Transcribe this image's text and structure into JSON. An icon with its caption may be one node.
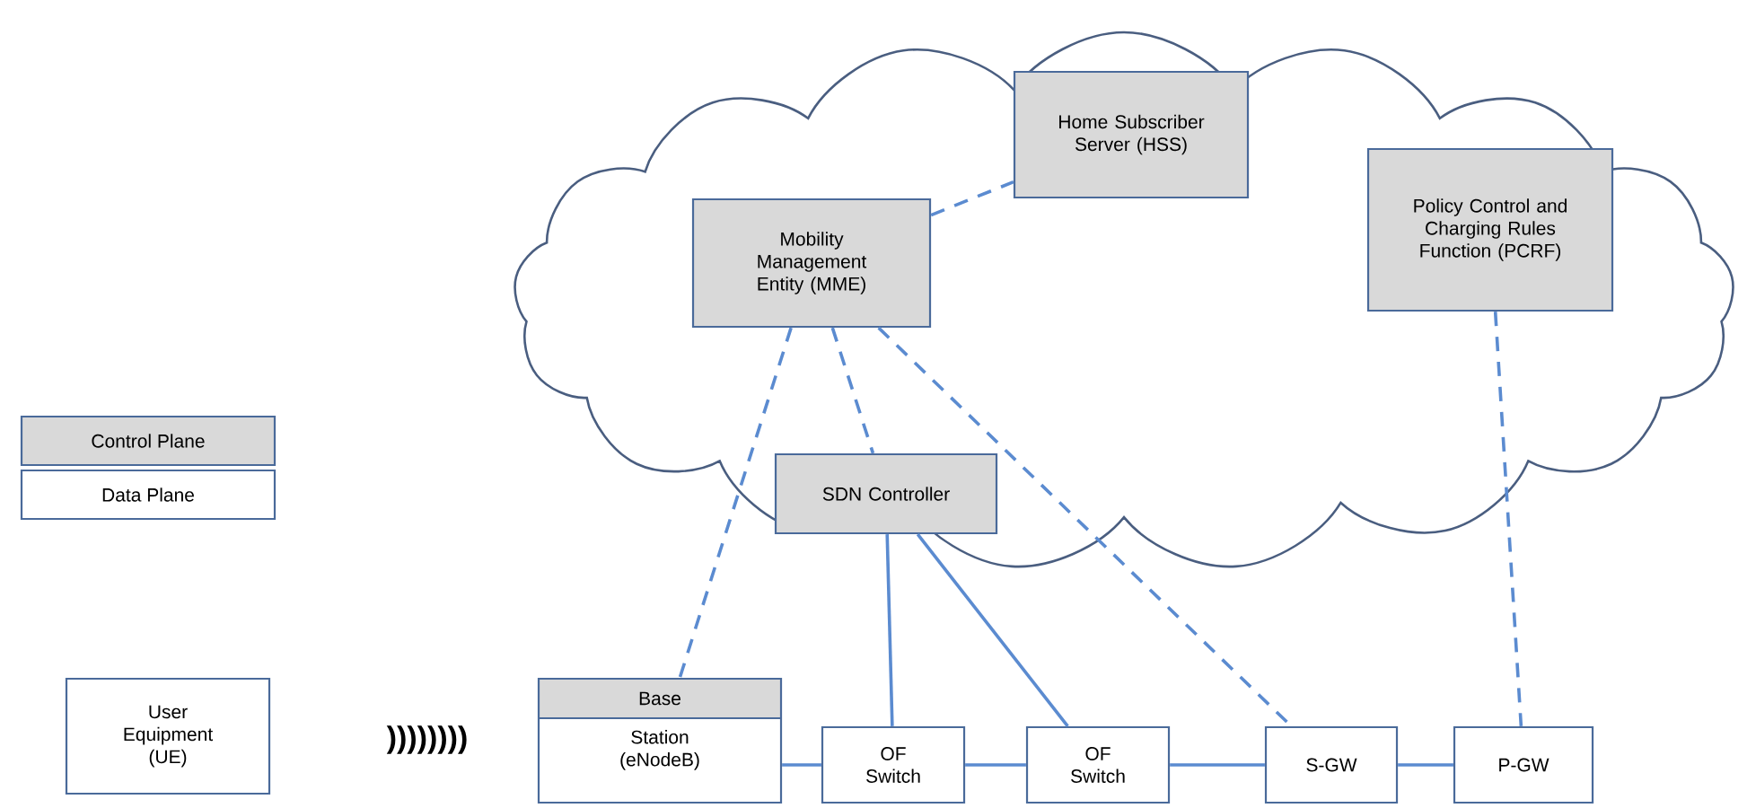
{
  "diagram": {
    "nodes": [
      {
        "text": [],
        "shape": "cloud"
      },
      {
        "text": [
          "Home Subscriber Server (HSS)"
        ],
        "in": 0
      },
      {
        "text": [
          "Policy Control and Charging Rules Function (PCRF)"
        ],
        "in": 0
      },
      {
        "text": [
          "Mobility Management Entity (MME)"
        ],
        "in": 0
      },
      {
        "text": [
          "SDN Controller"
        ],
        "in": 0
      },
      {
        "text": [
          "User Equipment (UE)"
        ]
      },
      {
        "text": [
          "Base",
          "Station (eNodeB)"
        ]
      },
      {
        "text": [
          "OF Switch"
        ]
      },
      {
        "text": [
          "OF Switch"
        ]
      },
      {
        "text": [
          "S-GW"
        ]
      },
      {
        "text": [
          "P-GW"
        ]
      }
    ],
    "edges": [
      {
        "from": 3,
        "to": 1,
        "arrow": "none",
        "style": "dashed"
      },
      {
        "from": 3,
        "to": 6,
        "arrow": "none",
        "style": "dashed"
      },
      {
        "from": 3,
        "to": 4,
        "arrow": "none",
        "style": "dashed"
      },
      {
        "from": 3,
        "to": 9,
        "arrow": "none",
        "style": "dashed"
      },
      {
        "from": 2,
        "to": 10,
        "arrow": "none",
        "style": "dashed"
      },
      {
        "from": 4,
        "to": 7,
        "arrow": "none"
      },
      {
        "from": 4,
        "to": 8,
        "arrow": "none"
      },
      {
        "from": 6,
        "to": 7,
        "arrow": "none"
      },
      {
        "from": 7,
        "to": 8,
        "arrow": "none"
      },
      {
        "from": 8,
        "to": 9,
        "arrow": "none"
      },
      {
        "from": 9,
        "to": 10,
        "arrow": "none"
      }
    ],
    "labels": [
      "))))))))"
    ],
    "legend": [
      {
        "text": "Control Plane",
        "color": "#d9d9d9"
      },
      {
        "text": "Data Plane"
      }
    ]
  }
}
